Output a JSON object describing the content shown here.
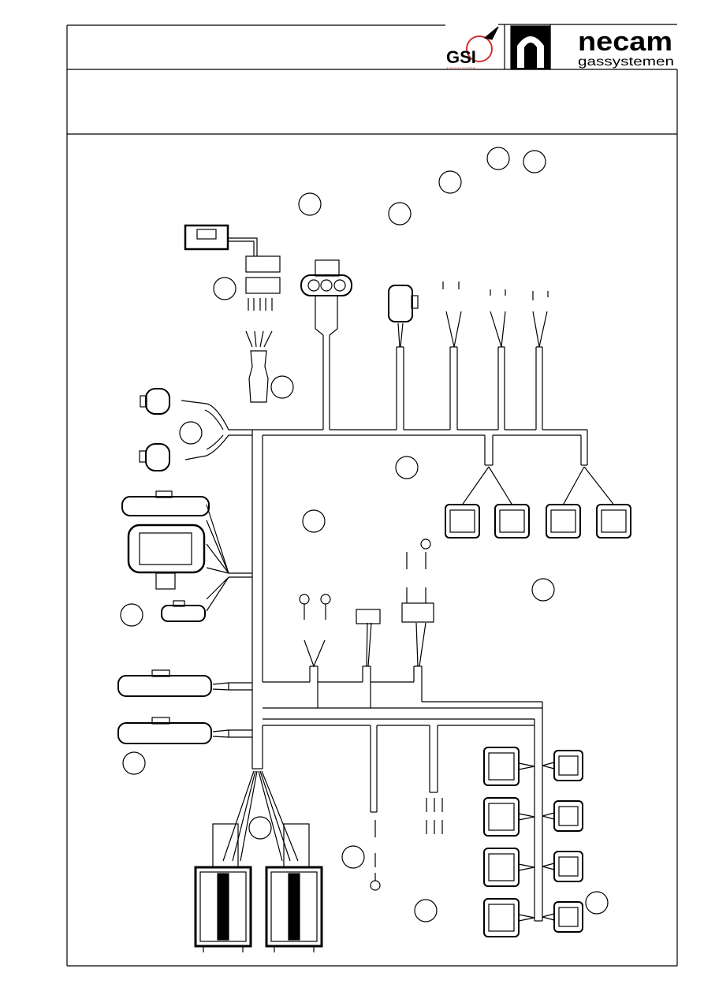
{
  "header": {
    "logos": [
      {
        "name": "gsi-logo",
        "text": "GSI",
        "subtext": "AUTOGAS SYSTEM",
        "accent": "#d03030"
      },
      {
        "name": "n-logo",
        "text": ""
      },
      {
        "name": "necam-logo",
        "text": "necam",
        "subtext": "gassystemen"
      }
    ],
    "title": "",
    "subtitle": ""
  },
  "diagram": {
    "type": "wiring-harness",
    "callout_circles_labeled": false,
    "line_color": "#000000",
    "background": "#ffffff"
  }
}
